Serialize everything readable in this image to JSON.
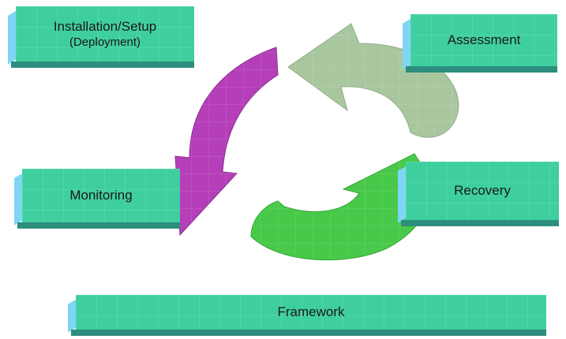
{
  "blocks": {
    "installation": {
      "line1": "Installation/Setup",
      "line2": "(Deployment)"
    },
    "assessment": {
      "label": "Assessment"
    },
    "monitoring": {
      "label": "Monitoring"
    },
    "recovery": {
      "label": "Recovery"
    },
    "framework": {
      "label": "Framework"
    }
  },
  "colors": {
    "block_face": "#3fcf9e",
    "block_side": "#7fd6f4",
    "block_bottom": "#2d8e7e",
    "arrow_grey_green": "#a9c79f",
    "arrow_magenta": "#b43fb8",
    "arrow_green": "#49c94a"
  }
}
